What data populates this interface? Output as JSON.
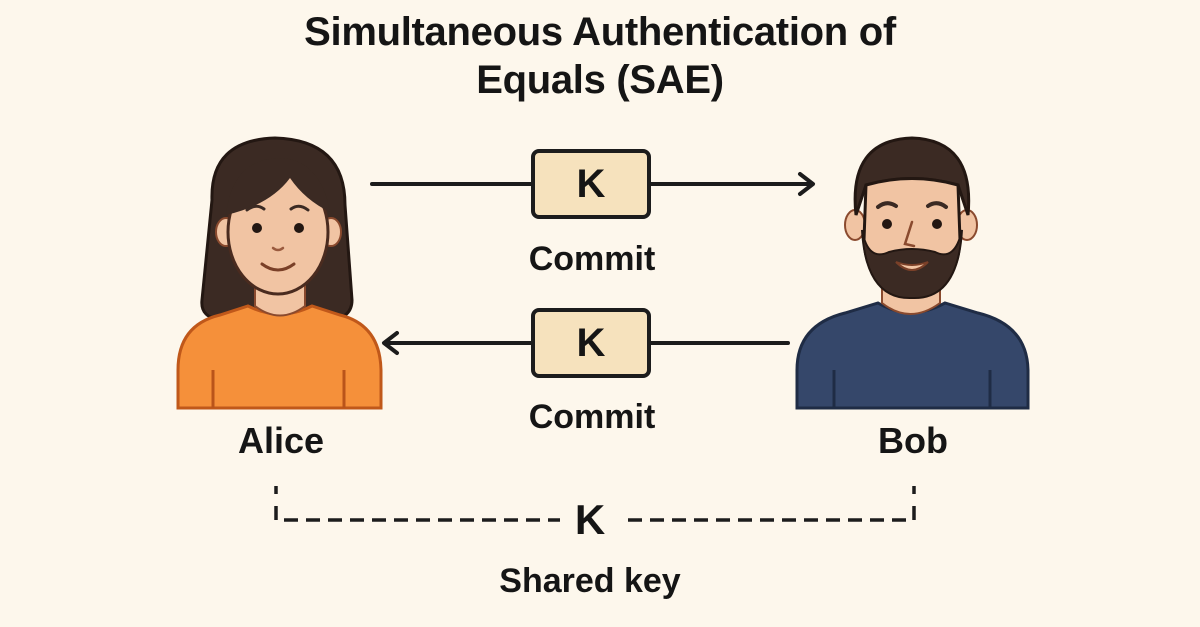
{
  "title": {
    "line1": "Simultaneous Authentication of",
    "line2": "Equals (SAE)"
  },
  "participants": [
    {
      "name": "Alice",
      "icon": "woman-avatar-icon",
      "shirt_color": "#f5903a",
      "hair_color": "#3b2a23",
      "skin_color": "#f1c4a3"
    },
    {
      "name": "Bob",
      "icon": "bearded-man-avatar-icon",
      "shirt_color": "#35476a",
      "hair_color": "#3b2a23",
      "skin_color": "#f1c4a3"
    }
  ],
  "messages": [
    {
      "from": "Alice",
      "to": "Bob",
      "key_symbol": "K",
      "label": "Commit",
      "direction": "right"
    },
    {
      "from": "Bob",
      "to": "Alice",
      "key_symbol": "K",
      "label": "Commit",
      "direction": "left"
    }
  ],
  "shared": {
    "key_symbol": "K",
    "label": "Shared key",
    "line_style": "dashed"
  },
  "colors": {
    "background": "#fdf7ec",
    "key_box_fill": "#f6e2bd",
    "stroke": "#1c1c1c",
    "text": "#151515"
  }
}
